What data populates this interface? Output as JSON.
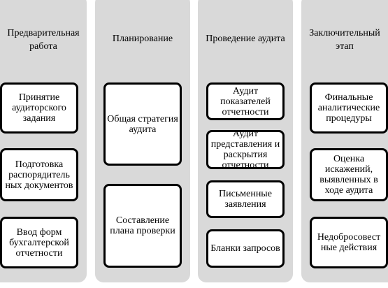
{
  "columns": [
    {
      "title": "Предварительная работа",
      "boxes": [
        "Принятие аудиторского задания",
        "Подготовка распорядитель ных документов",
        "Ввод форм бухгалтерской отчетности"
      ]
    },
    {
      "title": "Планирование",
      "boxes": [
        "Общая стратегия аудита",
        "Составление плана проверки"
      ]
    },
    {
      "title": "Проведение аудита",
      "boxes": [
        "Аудит показателей отчетности",
        "Аудит представления и раскрытия отчетности",
        "Письменные заявления",
        "Бланки запросов"
      ]
    },
    {
      "title": "Заключительный этап",
      "boxes": [
        "Финальные аналитические процедуры",
        "Оценка искажений, выявленных в ходе аудита",
        "Недобросовест ные действия"
      ]
    }
  ]
}
